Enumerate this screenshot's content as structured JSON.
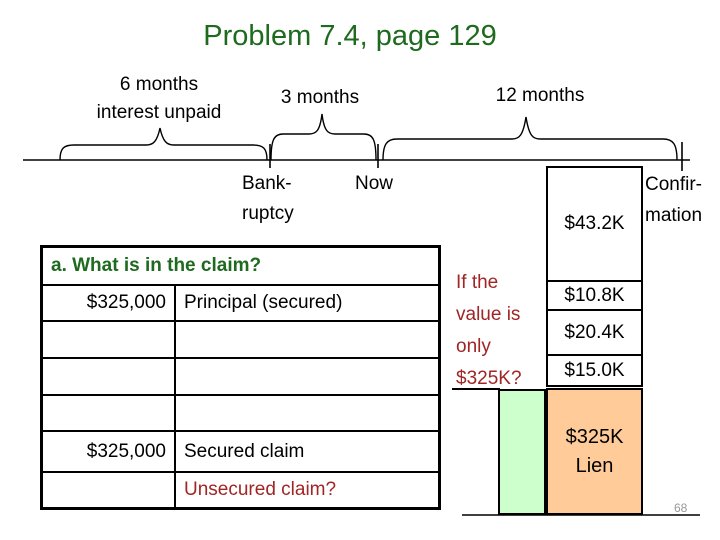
{
  "slide": {
    "title": "Problem 7.4, page 129",
    "page_number": "68"
  },
  "timeline": {
    "period_labels": {
      "six_months_line1": "6 months",
      "six_months_line2": "interest unpaid",
      "three_months": "3 months",
      "twelve_months": "12 months"
    },
    "events": {
      "bankruptcy_line1": "Bank-",
      "bankruptcy_line2": "ruptcy",
      "now": "Now",
      "confirmation_line1": "Confir-",
      "confirmation_line2": "mation"
    }
  },
  "claim_table": {
    "header": "a. What is in the claim?",
    "rows": [
      {
        "amount": "$325,000",
        "description": "Principal (secured)"
      },
      {
        "amount": "",
        "description": ""
      },
      {
        "amount": "",
        "description": ""
      },
      {
        "amount": "",
        "description": ""
      },
      {
        "amount": "$325,000",
        "description": "Secured claim"
      },
      {
        "amount": "",
        "description": "Unsecured claim?"
      }
    ]
  },
  "interest_stack": {
    "cells": [
      "$43.2K",
      "$10.8K",
      "$20.4K",
      "$15.0K"
    ]
  },
  "value_question": {
    "line1": "If the",
    "line2": "value is",
    "line3": "only",
    "line4": "$325K?"
  },
  "lien_bar": {
    "line1": "$325K",
    "line2": "Lien"
  },
  "colors": {
    "title_green": "#1e6a1e",
    "dark_red": "#a02525",
    "bar_green": "#ccffcc",
    "bar_orange": "#ffcc99",
    "page_number_gray": "#999999"
  }
}
